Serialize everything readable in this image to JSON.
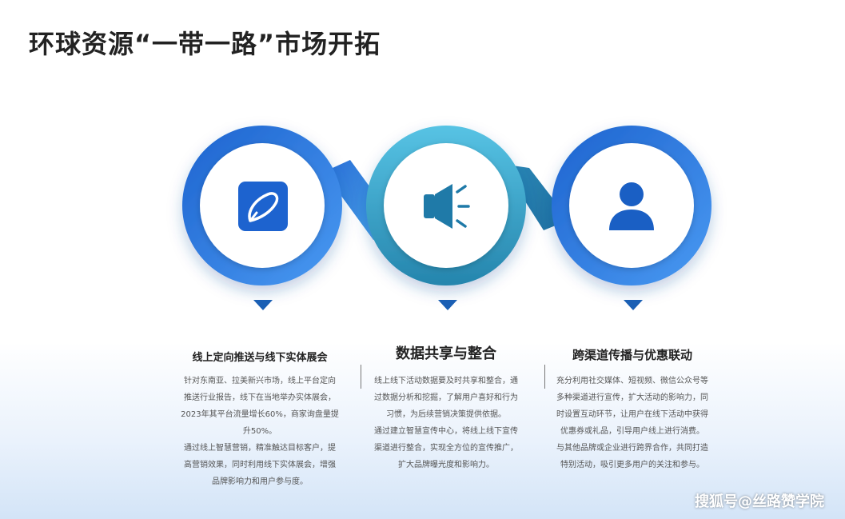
{
  "title": "环球资源“一带一路”市场开拓",
  "colors": {
    "blue": "#2a73d6",
    "teal": "#3fb0d8",
    "dark": "#1a5fb4"
  },
  "steps": [
    {
      "icon": "pen-note-icon",
      "heading": "线上定向推送与线下实体展会",
      "paragraphs": [
        "针对东南亚、拉美新兴市场，线上平台定向推送行业报告，线下在当地举办实体展会，2023年其平台流量增长60%，商家询盘量提升50%。",
        "通过线上智慧营销，精准触达目标客户，提高营销效果，同时利用线下实体展会，增强品牌影响力和用户参与度。"
      ]
    },
    {
      "icon": "megaphone-icon",
      "heading": "数据共享与整合",
      "paragraphs": [
        "线上线下活动数据要及时共享和整合，通过数据分析和挖掘，了解用户喜好和行为习惯，为后续营销决策提供依据。",
        "通过建立智慧宣传中心，将线上线下宣传渠道进行整合，实现全方位的宣传推广，扩大品牌曝光度和影响力。"
      ]
    },
    {
      "icon": "user-icon",
      "heading": "跨渠道传播与优惠联动",
      "paragraphs": [
        "充分利用社交媒体、短视频、微信公众号等多种渠道进行宣传，扩大活动的影响力，同时设置互动环节，让用户在线下活动中获得优惠券或礼品，引导用户线上进行消费。",
        "与其他品牌或企业进行跨界合作，共同打造特别活动，吸引更多用户的关注和参与。"
      ]
    }
  ],
  "watermark": "搜狐号@丝路赞学院"
}
